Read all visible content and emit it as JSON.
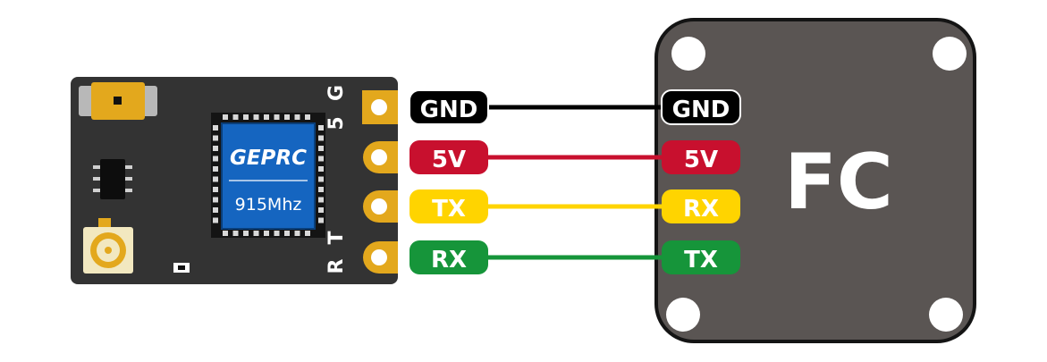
{
  "receiver": {
    "brand": "GEPRC",
    "frequency": "915Mhz",
    "pin_letters": [
      "G",
      "5",
      "T",
      "R"
    ]
  },
  "fc": {
    "title": "FC"
  },
  "connections": [
    {
      "left": "GND",
      "right": "GND",
      "color": "#000000"
    },
    {
      "left": "5V",
      "right": "5V",
      "color": "#c8102e"
    },
    {
      "left": "TX",
      "right": "RX",
      "color": "#ffd400"
    },
    {
      "left": "RX",
      "right": "TX",
      "color": "#16953a"
    }
  ],
  "colors": {
    "board": "#333333",
    "fc_board": "#5a5553",
    "pad": "#e3a81d",
    "chip": "#1565c0"
  }
}
